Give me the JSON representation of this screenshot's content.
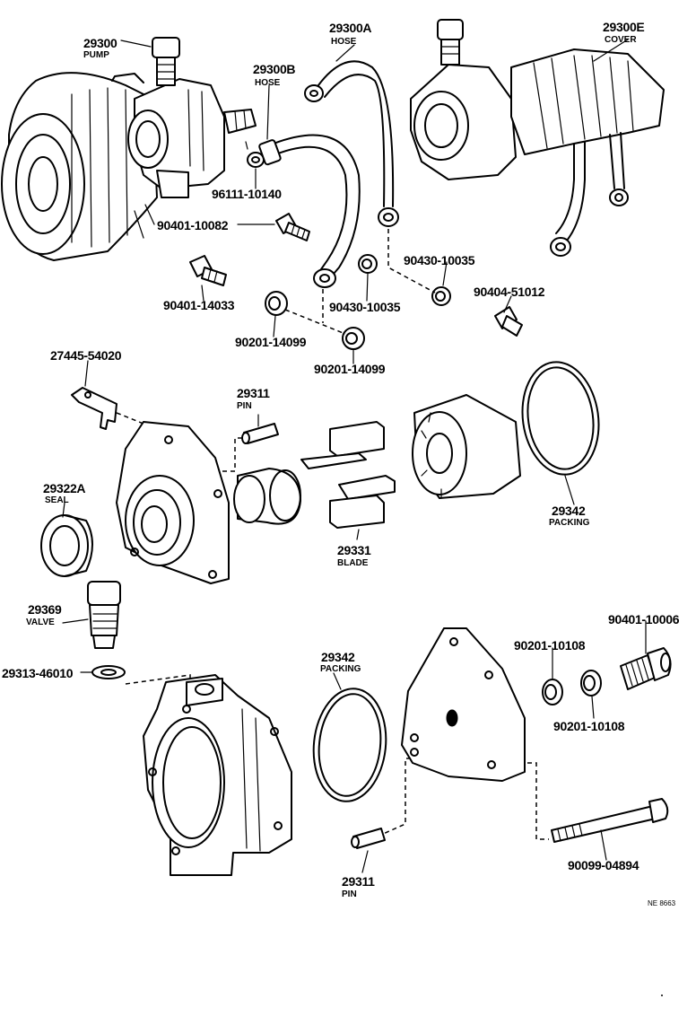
{
  "labels": {
    "p29300": {
      "number": "29300",
      "name": "PUMP"
    },
    "p29300b": {
      "number": "29300B",
      "name": "HOSE"
    },
    "p29300a": {
      "number": "29300A",
      "name": "HOSE"
    },
    "p29300e": {
      "number": "29300E",
      "name": "COVER"
    },
    "p29311a": {
      "number": "29311",
      "name": "PIN"
    },
    "p29311b": {
      "number": "29311",
      "name": "PIN"
    },
    "p29322a": {
      "number": "29322A",
      "name": "SEAL"
    },
    "p29331": {
      "number": "29331",
      "name": "BLADE"
    },
    "p29342a": {
      "number": "29342",
      "name": "PACKING"
    },
    "p29342b": {
      "number": "29342",
      "name": "PACKING"
    },
    "p29369": {
      "number": "29369",
      "name": "VALVE"
    },
    "p96111": {
      "number": "96111-10140"
    },
    "p90401_10082": {
      "number": "90401-10082"
    },
    "p90401_14033": {
      "number": "90401-14033"
    },
    "p90201_14099a": {
      "number": "90201-14099"
    },
    "p90201_14099b": {
      "number": "90201-14099"
    },
    "p90430_10035a": {
      "number": "90430-10035"
    },
    "p90430_10035b": {
      "number": "90430-10035"
    },
    "p90404": {
      "number": "90404-51012"
    },
    "p27445": {
      "number": "27445-54020"
    },
    "p29313": {
      "number": "29313-46010"
    },
    "p90401_10006": {
      "number": "90401-10006"
    },
    "p90201_10108a": {
      "number": "90201-10108"
    },
    "p90201_10108b": {
      "number": "90201-10108"
    },
    "p90099": {
      "number": "90099-04894"
    }
  },
  "drawing_code": "NE 8663"
}
